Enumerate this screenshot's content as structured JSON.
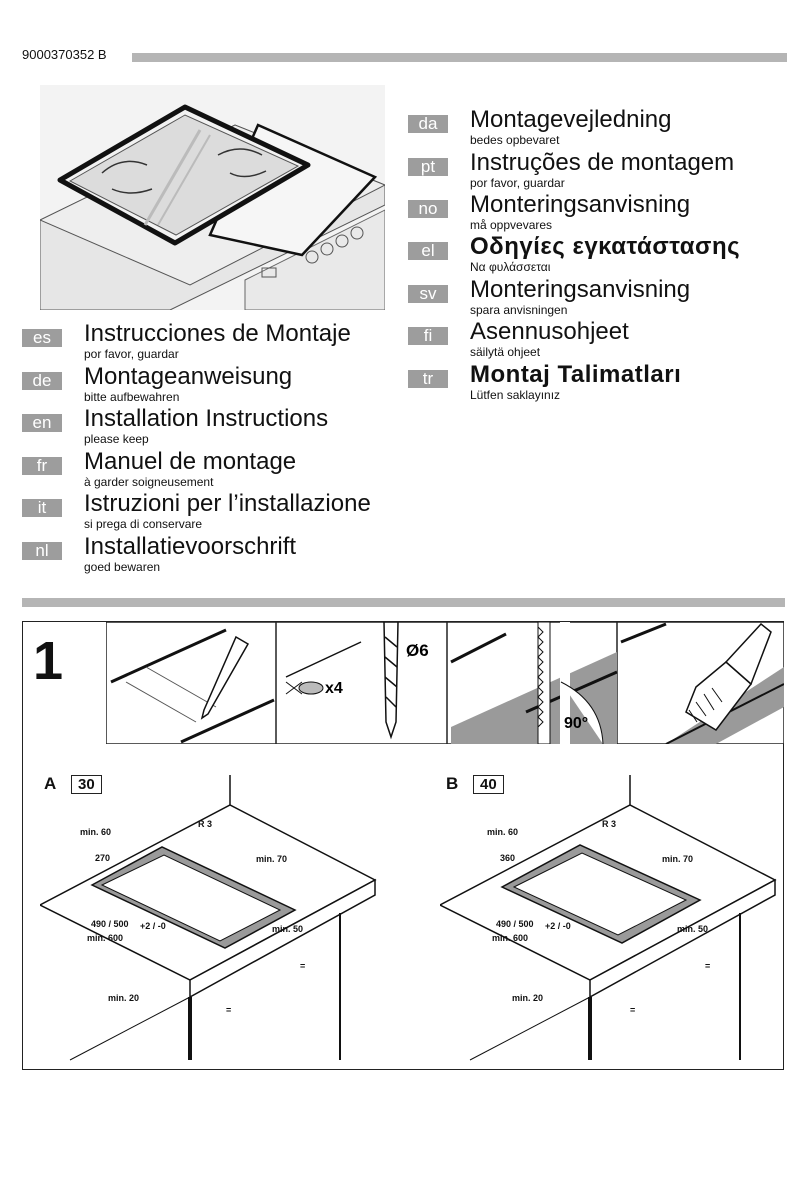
{
  "document_number": "9000370352 B",
  "languages_left": [
    {
      "code": "es",
      "title": "Instrucciones de Montaje",
      "sub": "por favor, guardar"
    },
    {
      "code": "de",
      "title": "Montageanweisung",
      "sub": "bitte aufbewahren"
    },
    {
      "code": "en",
      "title": "Installation Instructions",
      "sub": "please keep"
    },
    {
      "code": "fr",
      "title": "Manuel de montage",
      "sub": "à garder soigneusement"
    },
    {
      "code": "it",
      "title": "Istruzioni per l’installazione",
      "sub": "si prega di conservare"
    },
    {
      "code": "nl",
      "title": "Installatievoorschrift",
      "sub": "goed bewaren"
    }
  ],
  "languages_right": [
    {
      "code": "da",
      "title": "Montagevejledning",
      "sub": "bedes opbevaret"
    },
    {
      "code": "pt",
      "title": "Instruções de montagem",
      "sub": "por favor, guardar"
    },
    {
      "code": "no",
      "title": "Monteringsanvisning",
      "sub": "må oppvevares"
    },
    {
      "code": "el",
      "title": "Οδηγίες εγκατάστασης",
      "sub": "Να φυλάσσεται"
    },
    {
      "code": "sv",
      "title": "Monteringsanvisning",
      "sub": "spara anvisningen"
    },
    {
      "code": "fi",
      "title": "Asennusohjeet",
      "sub": "säilytä ohjeet"
    },
    {
      "code": "tr",
      "title": "Montaj Talimatları",
      "sub": "Lütfen saklayınız"
    }
  ],
  "step": {
    "number": "1",
    "drill_size": "Ø6",
    "screw_count": "x4",
    "angle": "90°"
  },
  "figures": [
    {
      "label": "A",
      "box": "30",
      "width": "270",
      "depth": "490 / 500",
      "tol": "+2 / -0",
      "min60": "min. 60",
      "radius": "R 3",
      "min70": "min. 70",
      "min50": "min. 50",
      "min600": "min. 600",
      "min20": "min. 20",
      "equal": "="
    },
    {
      "label": "B",
      "box": "40",
      "width": "360",
      "depth": "490 / 500",
      "tol": "+2 / -0",
      "min60": "min. 60",
      "radius": "R 3",
      "min70": "min. 70",
      "min50": "min. 50",
      "min600": "min. 600",
      "min20": "min. 20",
      "equal": "="
    }
  ]
}
